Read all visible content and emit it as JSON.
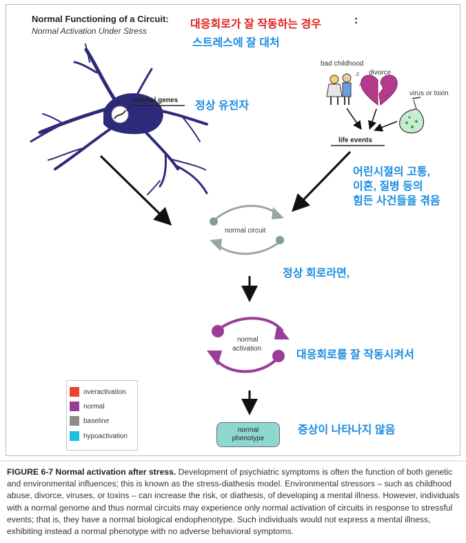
{
  "title": {
    "main": "Normal Functioning of a Circuit:",
    "sub": "Normal Activation Under Stress",
    "ko_line1": "대응회로가 잘 작동하는 경우",
    "ko_colon": ":",
    "ko_line2": "스트레스에 잘 대처"
  },
  "neuron": {
    "genes_label": "normal genes",
    "ko_genes": "정상 유전자"
  },
  "influences": {
    "bad_childhood": "bad childhood",
    "divorce": "divorce",
    "virus": "virus or toxin",
    "life_events": "life events",
    "ko_events_line1": "어린시절의 고통,",
    "ko_events_line2": "이혼, 질병 등의",
    "ko_events_line3": "힘든 사건들을 겪음"
  },
  "circuit": {
    "label": "normal circuit",
    "ko_label": "정상 회로라면,"
  },
  "activation": {
    "label_line1": "normal",
    "label_line2": "activation",
    "ko_label": "대응회로를 잘 작동시켜서"
  },
  "phenotype": {
    "label_line1": "normal",
    "label_line2": "phenotype",
    "ko_label": "증상이 나타나지 않음"
  },
  "legend": {
    "items": [
      {
        "label": "overactivation",
        "color": "#e8452e"
      },
      {
        "label": "normal",
        "color": "#9a3d97"
      },
      {
        "label": "baseline",
        "color": "#8c8c8c"
      },
      {
        "label": "hypoactivation",
        "color": "#1cc0e0"
      }
    ]
  },
  "caption": {
    "figure_label": "FIGURE 6-7 Normal activation after stress.",
    "text": "Development of psychiatric symptoms is often the function of both genetic and environmental influences; this is known as the stress-diathesis model. Environmental stressors – such as childhood abuse, divorce, viruses, or toxins – can increase the risk, or diathesis, of developing a mental illness. However, individuals with a normal genome and thus normal circuits may experience only normal activation of circuits in response to stressful events; that is, they have a normal biological endophenotype. Such individuals would not express a mental illness, exhibiting instead a normal phenotype with no adverse behavioral symptoms."
  },
  "colors": {
    "neuron": "#2e2a7a",
    "purple": "#9a3d97",
    "gray_circuit": "#9aa6a6",
    "teal": "#8ed8d0"
  }
}
